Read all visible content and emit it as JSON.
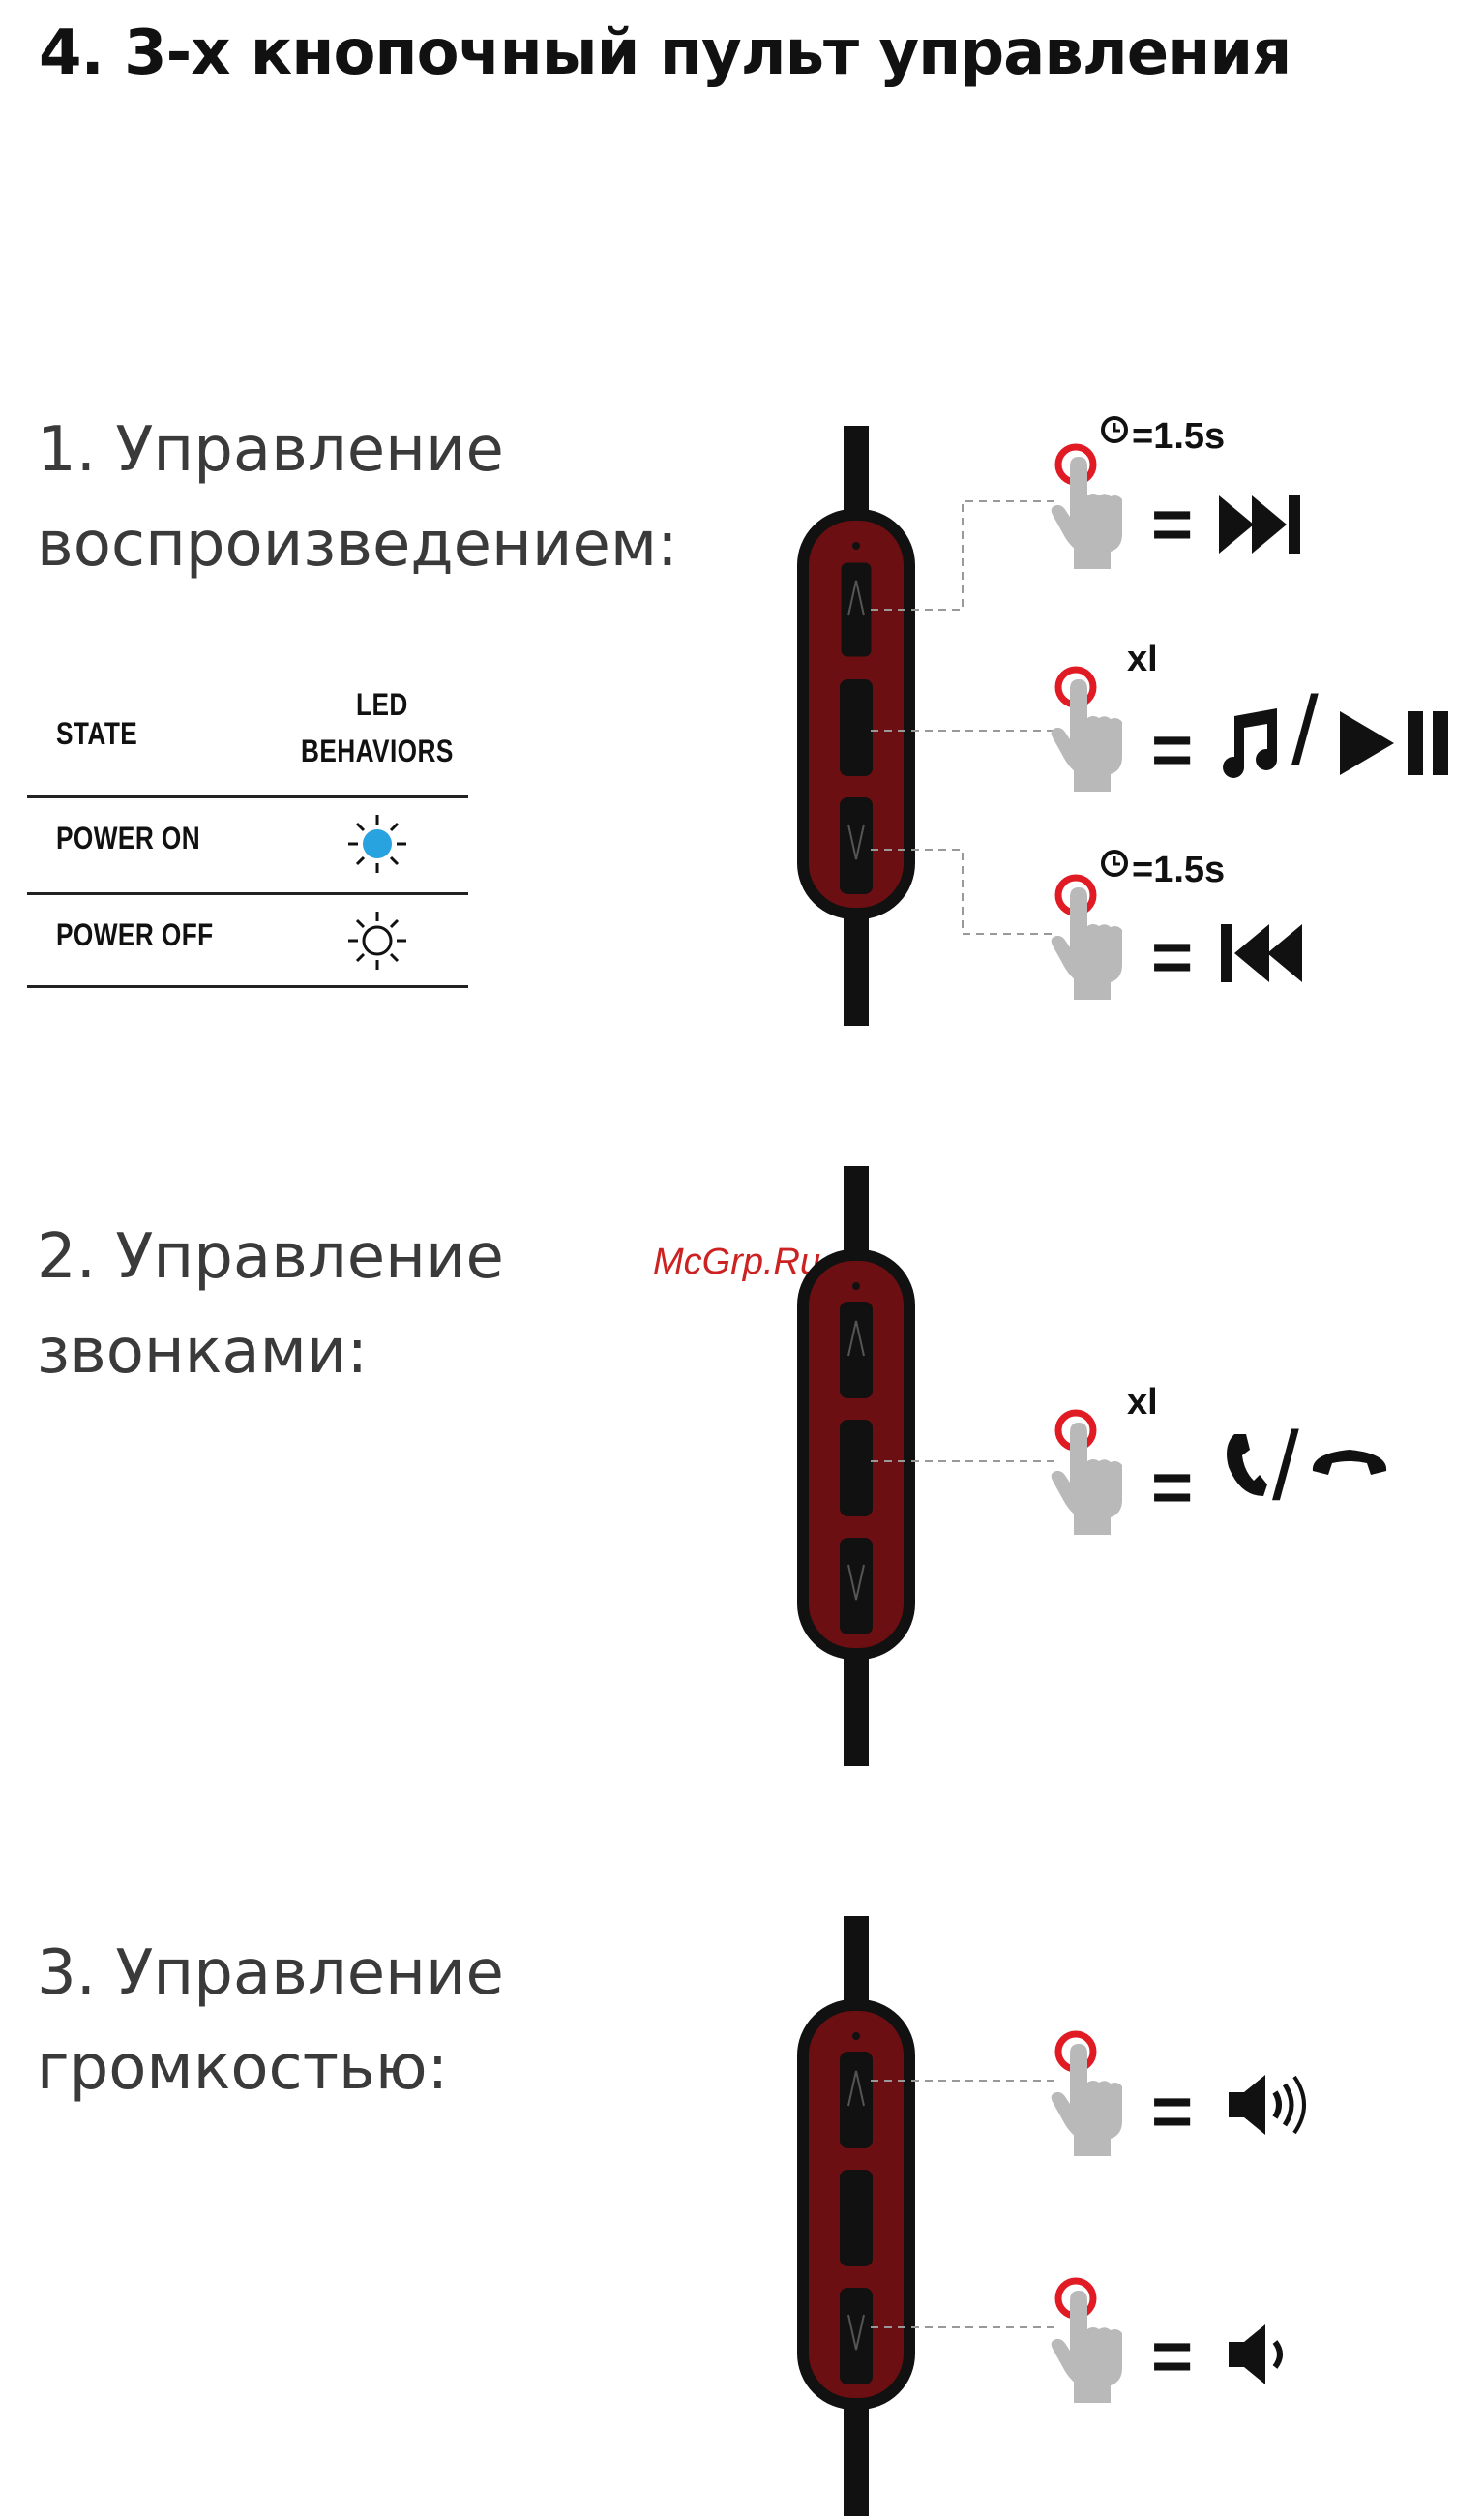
{
  "page": {
    "title": "4. 3-х кнопочный пульт управления"
  },
  "sections": [
    {
      "line1": "1. Управление",
      "line2": "воспроизведением:"
    },
    {
      "line1": "2. Управление",
      "line2": "звонками:"
    },
    {
      "line1": "3. Управление",
      "line2": "громкостью:"
    }
  ],
  "led_table": {
    "header_state": "STATE",
    "header_led_1": "LED",
    "header_led_2": "BEHAVIORS",
    "rows": [
      {
        "state": "POWER ON",
        "icon": "sun-filled-blue-icon",
        "color": "#29a3e0"
      },
      {
        "state": "POWER OFF",
        "icon": "sun-outline-icon",
        "color": "#111111"
      }
    ]
  },
  "hints": {
    "hold_time": "=1.5s",
    "single_press": "xl",
    "equals": "="
  },
  "colors": {
    "remote_body": "#6b0f12",
    "remote_outline": "#111111",
    "touch_ring": "#e01b24",
    "hand": "#b9b9b9"
  },
  "watermark": "McGrp.Ru",
  "icons": {
    "play": [
      "next-track-icon",
      "music-note-icon",
      "play-pause-icon",
      "previous-track-icon"
    ],
    "calls": [
      "phone-answer-icon",
      "phone-hangup-icon"
    ],
    "volume": [
      "volume-up-icon",
      "volume-down-icon"
    ]
  }
}
